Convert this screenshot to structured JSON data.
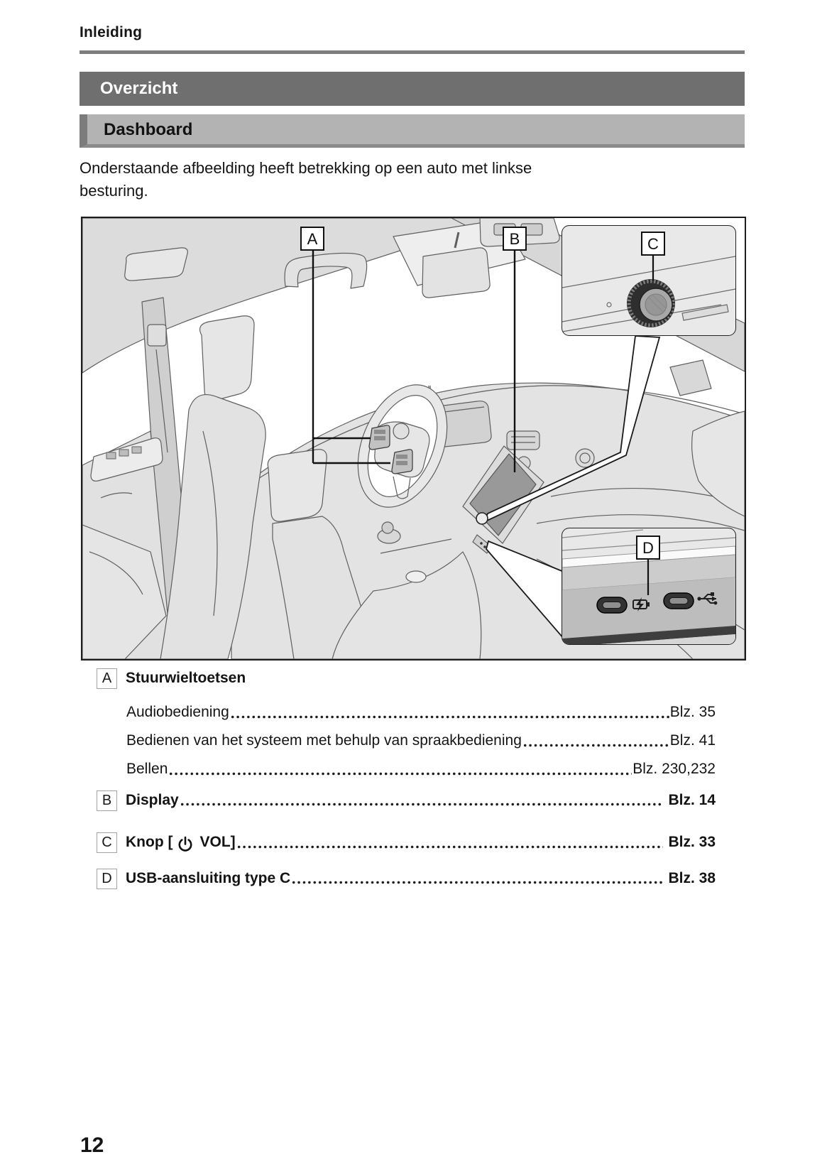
{
  "page": {
    "header_title": "Inleiding",
    "page_number": "12"
  },
  "banners": {
    "section": "Overzicht",
    "subsection": "Dashboard"
  },
  "intro": {
    "line1": "Onderstaande afbeelding heeft betrekking op een auto met linkse",
    "line2": "besturing."
  },
  "figure": {
    "description_icons": {
      "knob": "power-volume-knob-icon",
      "port_left": "battery-charging-icon",
      "port_right": "usb-symbol-icon"
    },
    "callouts": {
      "a": "A",
      "b": "B",
      "c": "C",
      "d": "D"
    }
  },
  "legend": {
    "items": [
      {
        "key": "A",
        "label": "Stuurwieltoetsen",
        "subitems": [
          {
            "label": "Audiobediening",
            "page": "Blz. 35"
          },
          {
            "label": "Bedienen van het systeem met behulp van spraakbediening",
            "page": "Blz. 41"
          },
          {
            "label": "Bellen",
            "page": "Blz. 230,232"
          }
        ]
      },
      {
        "key": "B",
        "label": "Display",
        "page": "Blz. 14"
      },
      {
        "key": "C",
        "label_prefix": "Knop [",
        "label_suffix": "VOL]",
        "page": "Blz. 33"
      },
      {
        "key": "D",
        "label": "USB-aansluiting type C",
        "page": "Blz. 38"
      }
    ]
  }
}
